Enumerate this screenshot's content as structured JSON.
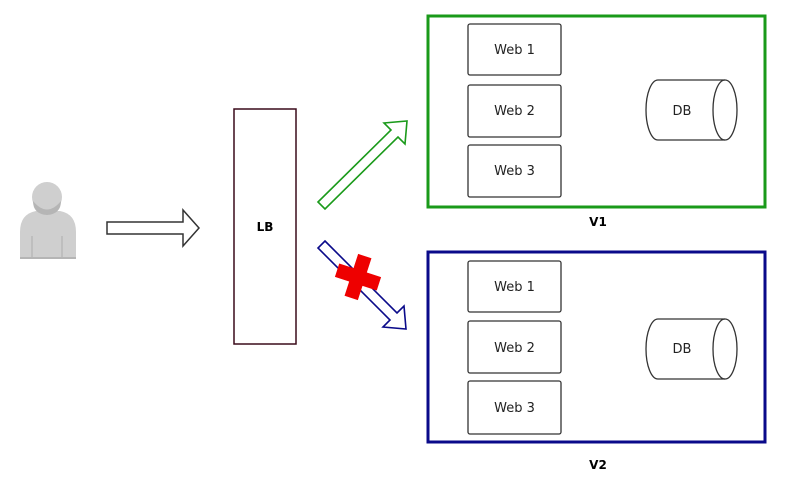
{
  "colors": {
    "v1_border": "#1a9a1a",
    "v2_border": "#0a0a8a",
    "arrow_v1": "#1a9a1a",
    "arrow_v2": "#0a0a8a",
    "blocked_cross": "#ee0000",
    "lb_border": "#3a0a1a",
    "user_icon": "#cfcfcf"
  },
  "icons": {
    "user": "user-icon",
    "blocked": "blocked-cross-icon",
    "db": "database-cylinder-icon"
  },
  "user": {
    "label": ""
  },
  "load_balancer": {
    "label": "LB"
  },
  "environments": [
    {
      "label": "V1",
      "status": "active",
      "webs": [
        "Web 1",
        "Web 2",
        "Web 3"
      ],
      "db": "DB"
    },
    {
      "label": "V2",
      "status": "blocked",
      "webs": [
        "Web 1",
        "Web 2",
        "Web 3"
      ],
      "db": "DB"
    }
  ]
}
